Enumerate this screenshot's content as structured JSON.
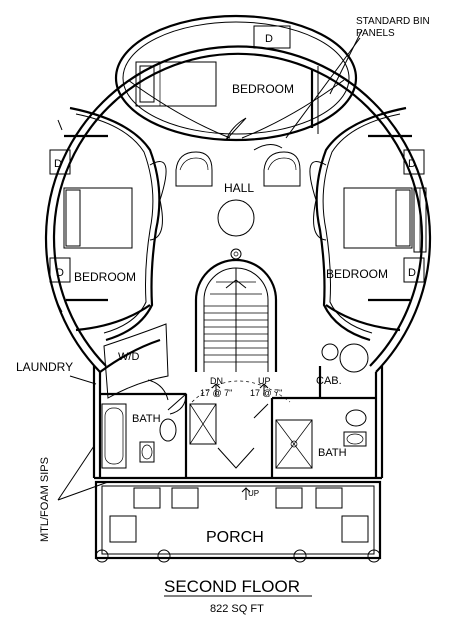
{
  "labels": {
    "standard_bin_panels_1": "STANDARD BIN",
    "standard_bin_panels_2": "PANELS",
    "bedroom_top": "BEDROOM",
    "hall": "HALL",
    "bedroom_left": "BEDROOM",
    "bedroom_right": "BEDROOM",
    "laundry": "LAUNDRY",
    "wd": "W/D",
    "cab": "CAB.",
    "bath_left": "BATH",
    "bath_right": "BATH",
    "dn": "DN",
    "dn_steps": "17 @ 7\"",
    "up": "UP",
    "up_steps": "17 @ 7\"",
    "up_porch": "UP",
    "mtl_foam_sips": "MTL/FOAM SIPS",
    "porch": "PORCH",
    "dresser": "D",
    "second_floor": "SECOND FLOOR",
    "area": "822 SQ FT"
  }
}
